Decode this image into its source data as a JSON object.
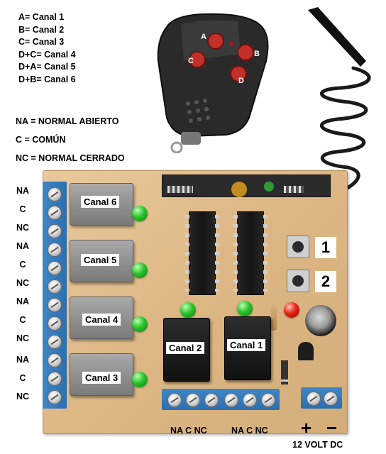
{
  "legend": {
    "lines": [
      "A= Canal 1",
      "B= Canal 2",
      "C= Canal 3",
      "D+C= Canal 4",
      "D+A= Canal 5",
      "D+B= Canal 6"
    ]
  },
  "contacts": {
    "lines": [
      "NA  = NORMAL ABIERTO",
      "C    = COMÚN",
      "NC = NORMAL CERRADO"
    ]
  },
  "remote": {
    "buttons": [
      "A",
      "B",
      "C",
      "D"
    ]
  },
  "side_labels": [
    "NA",
    "C",
    "NC",
    "NA",
    "C",
    "NC",
    "NA",
    "C",
    "NC",
    "NA",
    "C",
    "NC"
  ],
  "relays": {
    "left": [
      "Canal 6",
      "Canal 5",
      "Canal 4",
      "Canal 3"
    ],
    "center": [
      "Canal 2",
      "Canal 1"
    ]
  },
  "switches": [
    "1",
    "2"
  ],
  "bottom": {
    "terminals_1": "NA C NC",
    "terminals_2": "NA C NC",
    "plus": "+",
    "minus": "−",
    "power": "12 VOLT DC"
  },
  "colors": {
    "pcb": "#dcb784",
    "terminal_blue": "#2f76b8",
    "led_green": "#29c42b",
    "led_red": "#e52414",
    "label_text": "#000000"
  }
}
